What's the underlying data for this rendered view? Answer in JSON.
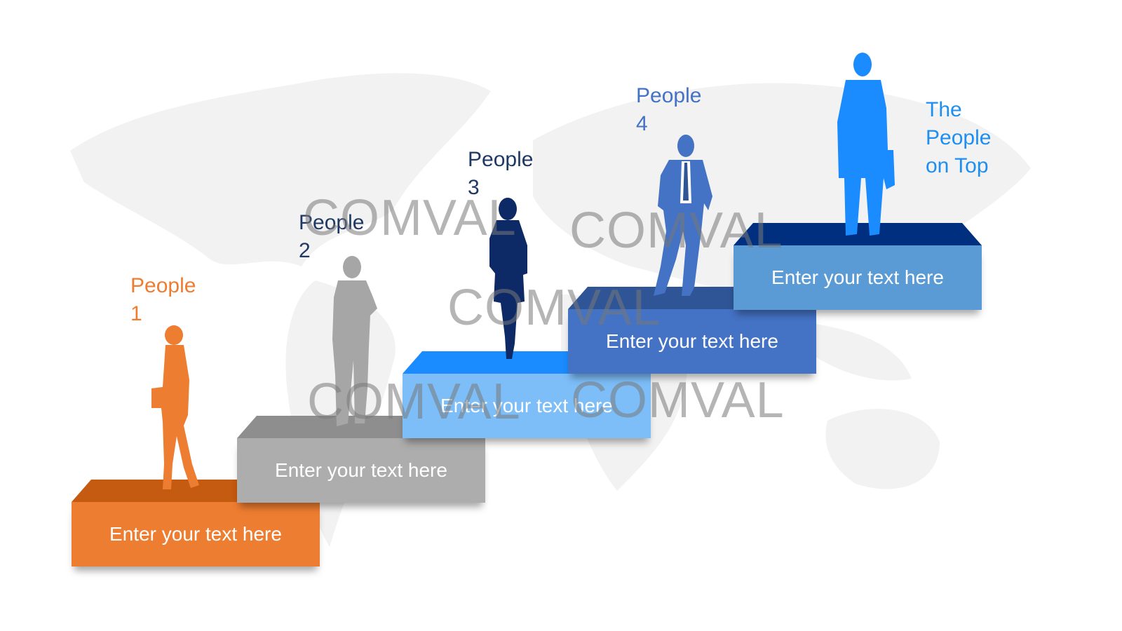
{
  "steps": [
    {
      "label": "People 1",
      "text": "Enter your text here",
      "front": "#ED7D31",
      "top": "#C55A11",
      "label_color": "#ED7D31",
      "person_color": "#ED7D31"
    },
    {
      "label": "People 2",
      "text": "Enter your text here",
      "front": "#ADADAD",
      "top": "#8E8E8E",
      "label_color": "#1F3864",
      "person_color": "#A6A6A6"
    },
    {
      "label": "People 3",
      "text": "Enter your text here",
      "front": "#7DBEF8",
      "top": "#1A8CFF",
      "label_color": "#1F3864",
      "person_color": "#0D2A66"
    },
    {
      "label": "People 4",
      "text": "Enter your text here",
      "front": "#4472C4",
      "top": "#2F5597",
      "label_color": "#4472C4",
      "person_color": "#4472C4"
    },
    {
      "label_line1": "The People",
      "label_line2": "on Top",
      "text": "Enter your text here",
      "front": "#5B9BD5",
      "top": "#002F80",
      "label_color": "#1E8FF0",
      "person_color": "#1A8CFF"
    }
  ],
  "watermark": "COMVAL"
}
